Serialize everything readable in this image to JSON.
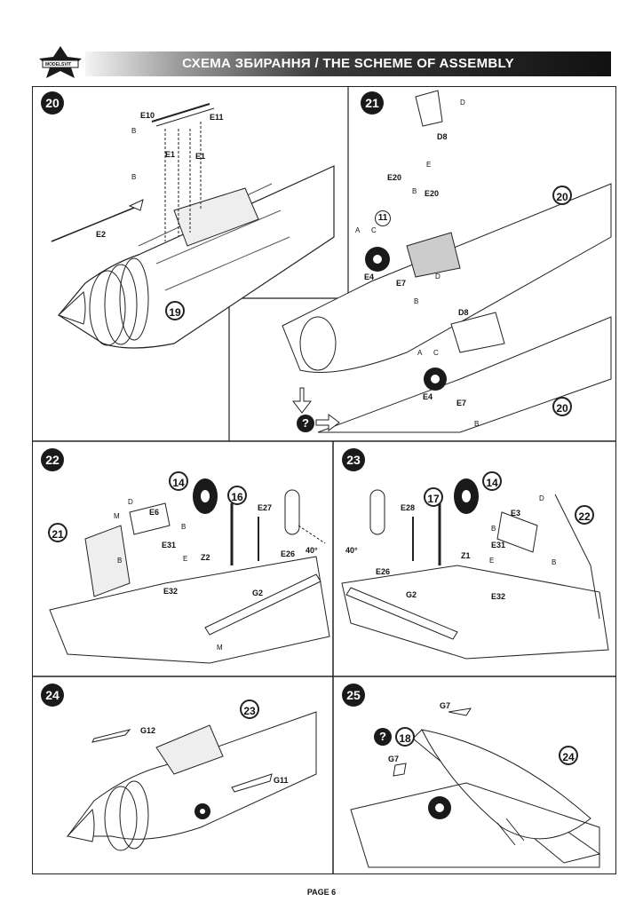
{
  "header": {
    "title": "СХЕМА ЗБИРАННЯ / THE SCHEME OF ASSEMBLY",
    "logo_text": "MODELSVIT"
  },
  "steps": {
    "s20": {
      "number": "20",
      "ref": "19",
      "parts": [
        "E10",
        "E11",
        "E1",
        "E1",
        "E2"
      ],
      "glue": [
        "B",
        "B"
      ]
    },
    "s21": {
      "number": "21",
      "ref_step": "20",
      "ref_step2": "20",
      "ref_part": "11",
      "parts": [
        "D8",
        "E20",
        "E20",
        "E4",
        "E7",
        "D8",
        "E4",
        "E7"
      ],
      "glue": [
        "D",
        "E",
        "B",
        "A",
        "C",
        "D",
        "B",
        "A",
        "C",
        "B"
      ],
      "hint": "?"
    },
    "s22": {
      "number": "22",
      "ref_step": "21",
      "wheel": "14",
      "strut": "16",
      "parts": [
        "E6",
        "E27",
        "E31",
        "Z2",
        "E26",
        "E32",
        "G2"
      ],
      "glue": [
        "D",
        "M",
        "B",
        "B",
        "E",
        "M"
      ],
      "angle": "40°"
    },
    "s23": {
      "number": "23",
      "ref_step": "22",
      "wheel": "14",
      "strut": "17",
      "parts": [
        "E28",
        "E3",
        "E31",
        "Z1",
        "E26",
        "E32",
        "G2"
      ],
      "glue": [
        "D",
        "B",
        "E",
        "B"
      ],
      "angle": "40°"
    },
    "s24": {
      "number": "24",
      "ref_step": "23",
      "parts": [
        "G12",
        "G11"
      ]
    },
    "s25": {
      "number": "25",
      "ref_step": "24",
      "ref_part": "18",
      "parts": [
        "G7",
        "G7"
      ],
      "hint": "?"
    }
  },
  "footer": {
    "page": "PAGE 6"
  }
}
